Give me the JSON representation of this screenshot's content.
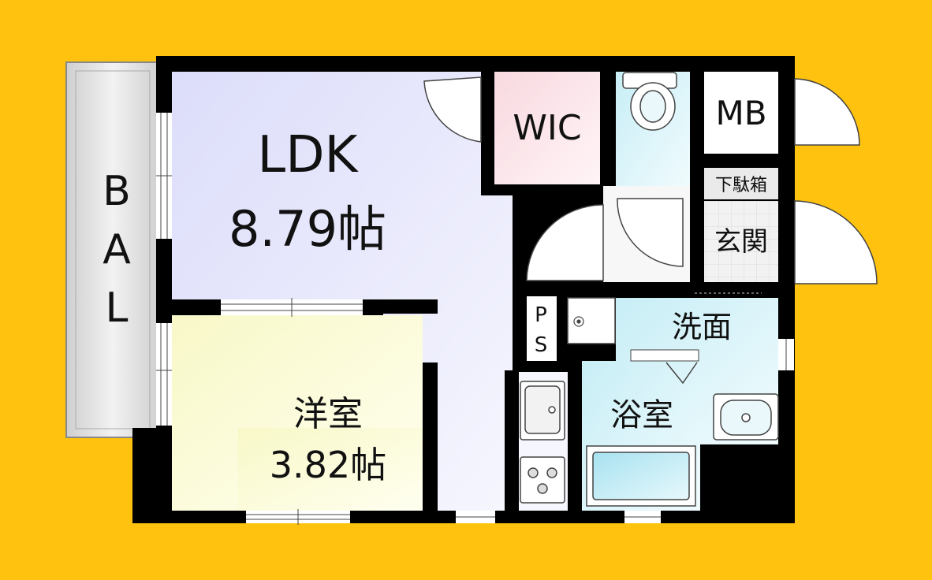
{
  "rooms": {
    "balcony": {
      "letters": [
        "B",
        "A",
        "L"
      ]
    },
    "ldk": {
      "name": "LDK",
      "size": "8.79帖"
    },
    "wic": {
      "name": "WIC"
    },
    "mb": {
      "name": "MB"
    },
    "shoe_box": {
      "name": "下駄箱"
    },
    "entrance": {
      "name": "玄関"
    },
    "ps": {
      "letters": [
        "P",
        "S"
      ]
    },
    "washroom": {
      "name": "洗面"
    },
    "bathroom": {
      "name": "浴室"
    },
    "western_room": {
      "name": "洋室",
      "size": "3.82帖"
    }
  },
  "colors": {
    "background": "#FFC20E",
    "wall": "#000000",
    "ldk_floor": "#E6E8FC",
    "western_floor": "#FBFBD6",
    "wic_floor": "#FBE7EC",
    "wet_area_floor": "#D9F2F8",
    "balcony_floor": "#DDDDDD",
    "entrance_floor": "#EEEEEE"
  }
}
